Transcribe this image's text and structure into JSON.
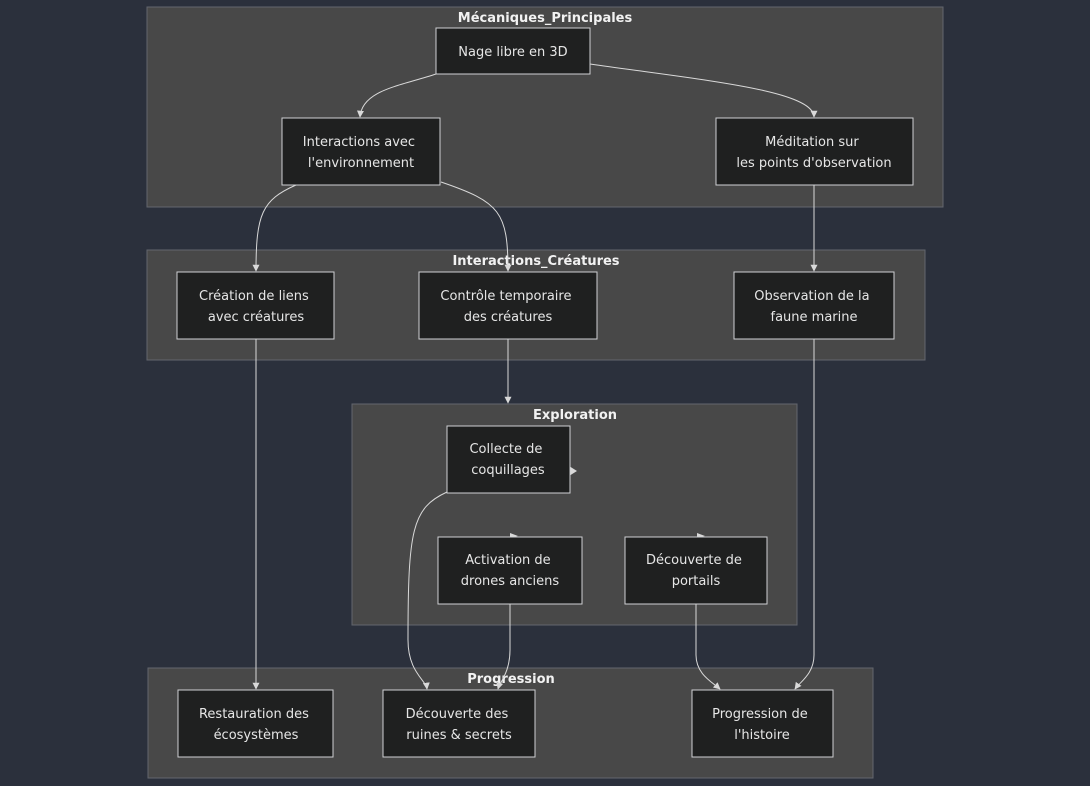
{
  "clusters": [
    {
      "id": "mecaniques",
      "label": "Mécaniques_Principales"
    },
    {
      "id": "interactions",
      "label": "Interactions_Créatures"
    },
    {
      "id": "exploration",
      "label": "Exploration"
    },
    {
      "id": "progression",
      "label": "Progression"
    }
  ],
  "nodes": [
    {
      "id": "nage",
      "lines": [
        "Nage libre en 3D"
      ]
    },
    {
      "id": "interactions_env",
      "lines": [
        "Interactions avec",
        "l'environnement"
      ]
    },
    {
      "id": "meditation",
      "lines": [
        "Méditation sur",
        "les points d'observation"
      ]
    },
    {
      "id": "liens",
      "lines": [
        "Création de liens",
        "avec créatures"
      ]
    },
    {
      "id": "controle",
      "lines": [
        "Contrôle temporaire",
        "des créatures"
      ]
    },
    {
      "id": "observation",
      "lines": [
        "Observation de la",
        "faune marine"
      ]
    },
    {
      "id": "coquillages",
      "lines": [
        "Collecte de",
        "coquillages"
      ]
    },
    {
      "id": "drones",
      "lines": [
        "Activation de",
        "drones anciens"
      ]
    },
    {
      "id": "portails",
      "lines": [
        "Découverte de",
        "portails"
      ]
    },
    {
      "id": "restauration",
      "lines": [
        "Restauration des",
        "écosystèmes"
      ]
    },
    {
      "id": "ruines",
      "lines": [
        "Découverte des",
        "ruines & secrets"
      ]
    },
    {
      "id": "histoire",
      "lines": [
        "Progression de",
        "l'histoire"
      ]
    }
  ],
  "edges": [
    {
      "from": "nage",
      "to": "interactions_env"
    },
    {
      "from": "nage",
      "to": "meditation"
    },
    {
      "from": "interactions_env",
      "to": "liens"
    },
    {
      "from": "interactions_env",
      "to": "controle"
    },
    {
      "from": "meditation",
      "to": "observation"
    },
    {
      "from": "liens",
      "to": "restauration"
    },
    {
      "from": "controle",
      "to": "coquillages"
    },
    {
      "from": "coquillages",
      "to": "ruines"
    },
    {
      "from": "drones",
      "to": "ruines"
    },
    {
      "from": "portails",
      "to": "histoire"
    },
    {
      "from": "observation",
      "to": "histoire"
    }
  ]
}
